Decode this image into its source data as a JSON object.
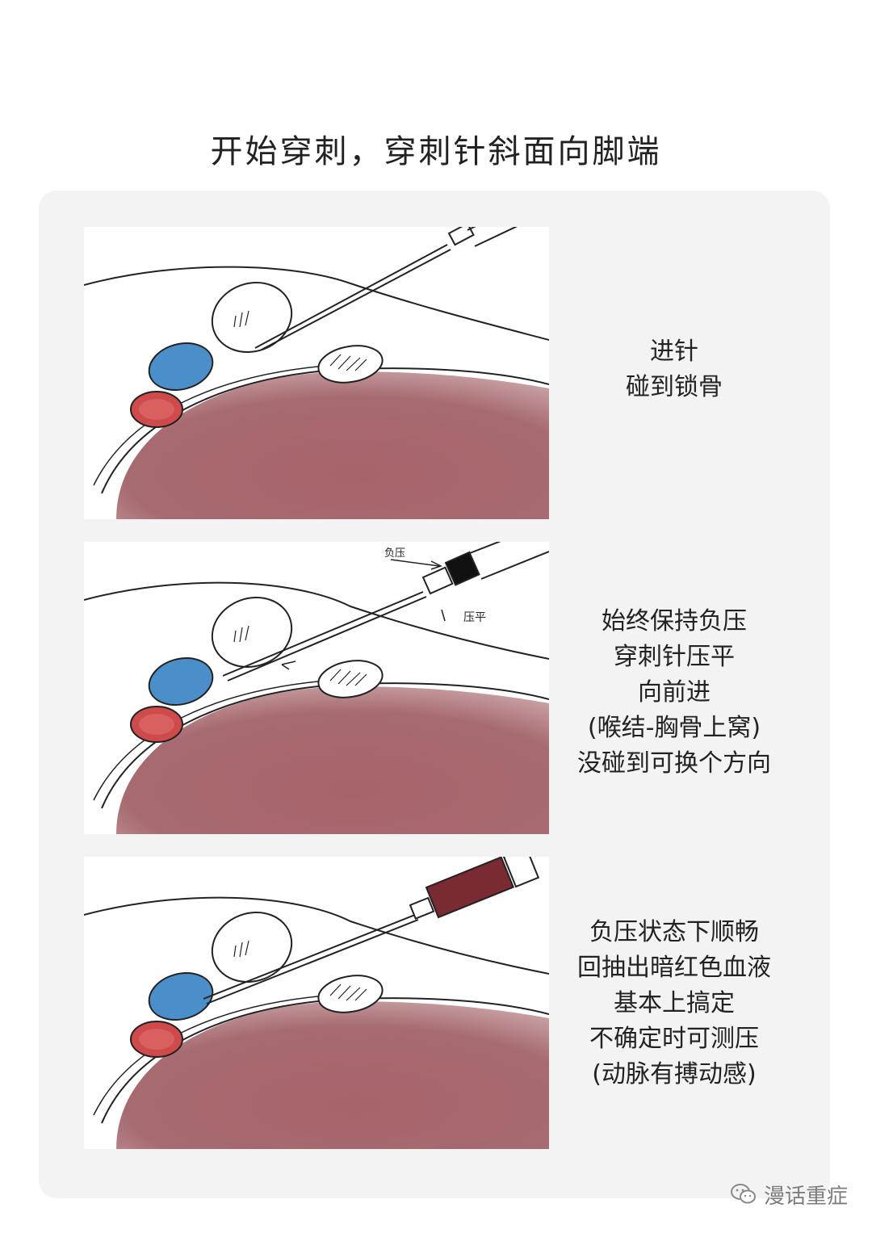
{
  "title": "开始穿刺，穿刺针斜面向脚端",
  "panels": [
    {
      "name": "step-1",
      "caption": [
        "进针",
        "碰到锁骨"
      ]
    },
    {
      "name": "step-2",
      "annotations": {
        "arrow_label": "负压",
        "flat_label": "压平"
      },
      "caption": [
        "始终保持负压",
        "穿刺针压平",
        "向前进",
        "(喉结-胸骨上窝)",
        "没碰到可换个方向"
      ]
    },
    {
      "name": "step-3",
      "caption": [
        "负压状态下顺畅",
        "回抽出暗红色血液",
        "基本上搞定",
        "不确定时可测压",
        "(动脉有搏动感)"
      ]
    }
  ],
  "watermark": {
    "text": "漫话重症",
    "icon": "wechat-icon"
  },
  "colors": {
    "vein": "#4a8fca",
    "artery": "#cf4a4a",
    "lung": "#a4646b",
    "blood": "#7a2a33",
    "card_bg": "#f3f3f3"
  }
}
